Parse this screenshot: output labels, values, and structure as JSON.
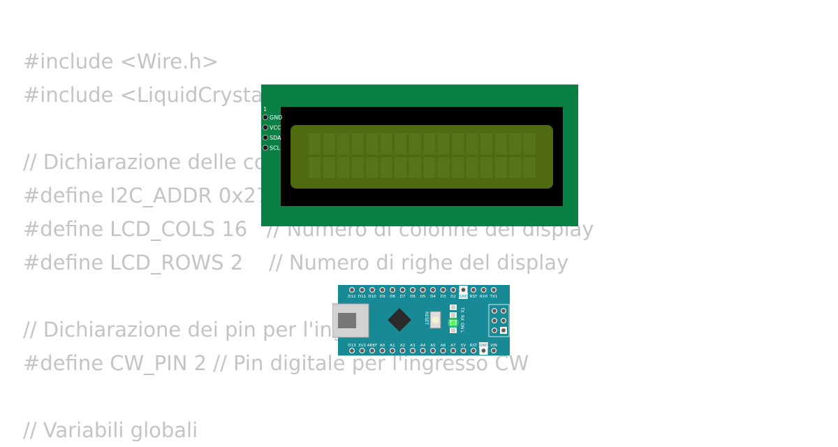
{
  "code_lines": [
    "#include <Wire.h>",
    "#include <LiquidCrystal_I2C.h>",
    "",
    "// Dichiarazione delle costanti",
    "#define I2C_ADDR 0x27",
    "#define LCD_COLS 16   // Numero di colonne del display",
    "#define LCD_ROWS 2    // Numero di righe del display",
    "",
    "// Dichiarazione dei pin per l'ingresso CW",
    "#define CW_PIN 2 // Pin digitale per l'ingresso CW",
    "",
    "// Variabili globali"
  ],
  "lcd": {
    "pin_number": "1",
    "pins": [
      "GND",
      "VCC",
      "SDA",
      "SCL"
    ],
    "board_color": "#0b8044",
    "screen_color": "#4f6a0f",
    "columns": 16,
    "rows": 2
  },
  "nano": {
    "board_color": "#178a96",
    "top_pins": [
      "D12",
      "D11",
      "D10",
      "D9",
      "D8",
      "D7",
      "D6",
      "D5",
      "D4",
      "D3",
      "D2",
      "GND",
      "RST",
      "RX0",
      "TX1"
    ],
    "bottom_pins": [
      "D13",
      "3V3",
      "AREF",
      "A0",
      "A1",
      "A2",
      "A3",
      "A4",
      "A5",
      "A6",
      "A7",
      "5V",
      "RST",
      "GND",
      "VIN"
    ],
    "reset_label": "RESET",
    "led_labels": [
      "TX",
      "RX",
      "ON",
      "L"
    ],
    "led_on_color": "#4dff4d"
  }
}
